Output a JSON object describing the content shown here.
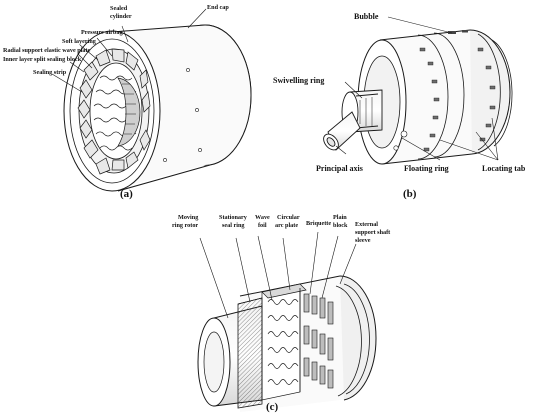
{
  "panels": {
    "a": {
      "caption": "(a)",
      "labels": {
        "end_cap": "End cap",
        "sealed_cylinder_1": "Sealed",
        "sealed_cylinder_2": "cylinder",
        "pressure_airbag": "Pressure airbag",
        "soft_layering": "Soft layering",
        "radial_support": "Radial support elastic wave plate",
        "inner_layer": "Inner layer split sealing block",
        "sealing_strip": "Sealing strip"
      }
    },
    "b": {
      "caption": "(b)",
      "labels": {
        "bubble": "Bubble",
        "swivelling_ring": "Swivelling ring",
        "principal_axis": "Principal axis",
        "floating_ring": "Floating ring",
        "locating_tab": "Locating tab"
      }
    },
    "c": {
      "caption": "(c)",
      "labels": {
        "moving_ring_rotor_1": "Moving",
        "moving_ring_rotor_2": "ring rotor",
        "stationary_seal_ring_1": "Stationary",
        "stationary_seal_ring_2": "seal ring",
        "wave_foil_1": "Wave",
        "wave_foil_2": "foil",
        "circular_arc_plate_1": "Circular",
        "circular_arc_plate_2": "arc plate",
        "briquette": "Briquette",
        "plain_block_1": "Plain",
        "plain_block_2": "block",
        "external_support_1": "External",
        "external_support_2": "support shaft",
        "external_support_3": "sleeve"
      }
    }
  },
  "colors": {
    "line": "#1a1a1a",
    "fill_light": "#ffffff",
    "fill_shade": "#dcdcdc",
    "fill_dark": "#8f8f8f"
  }
}
